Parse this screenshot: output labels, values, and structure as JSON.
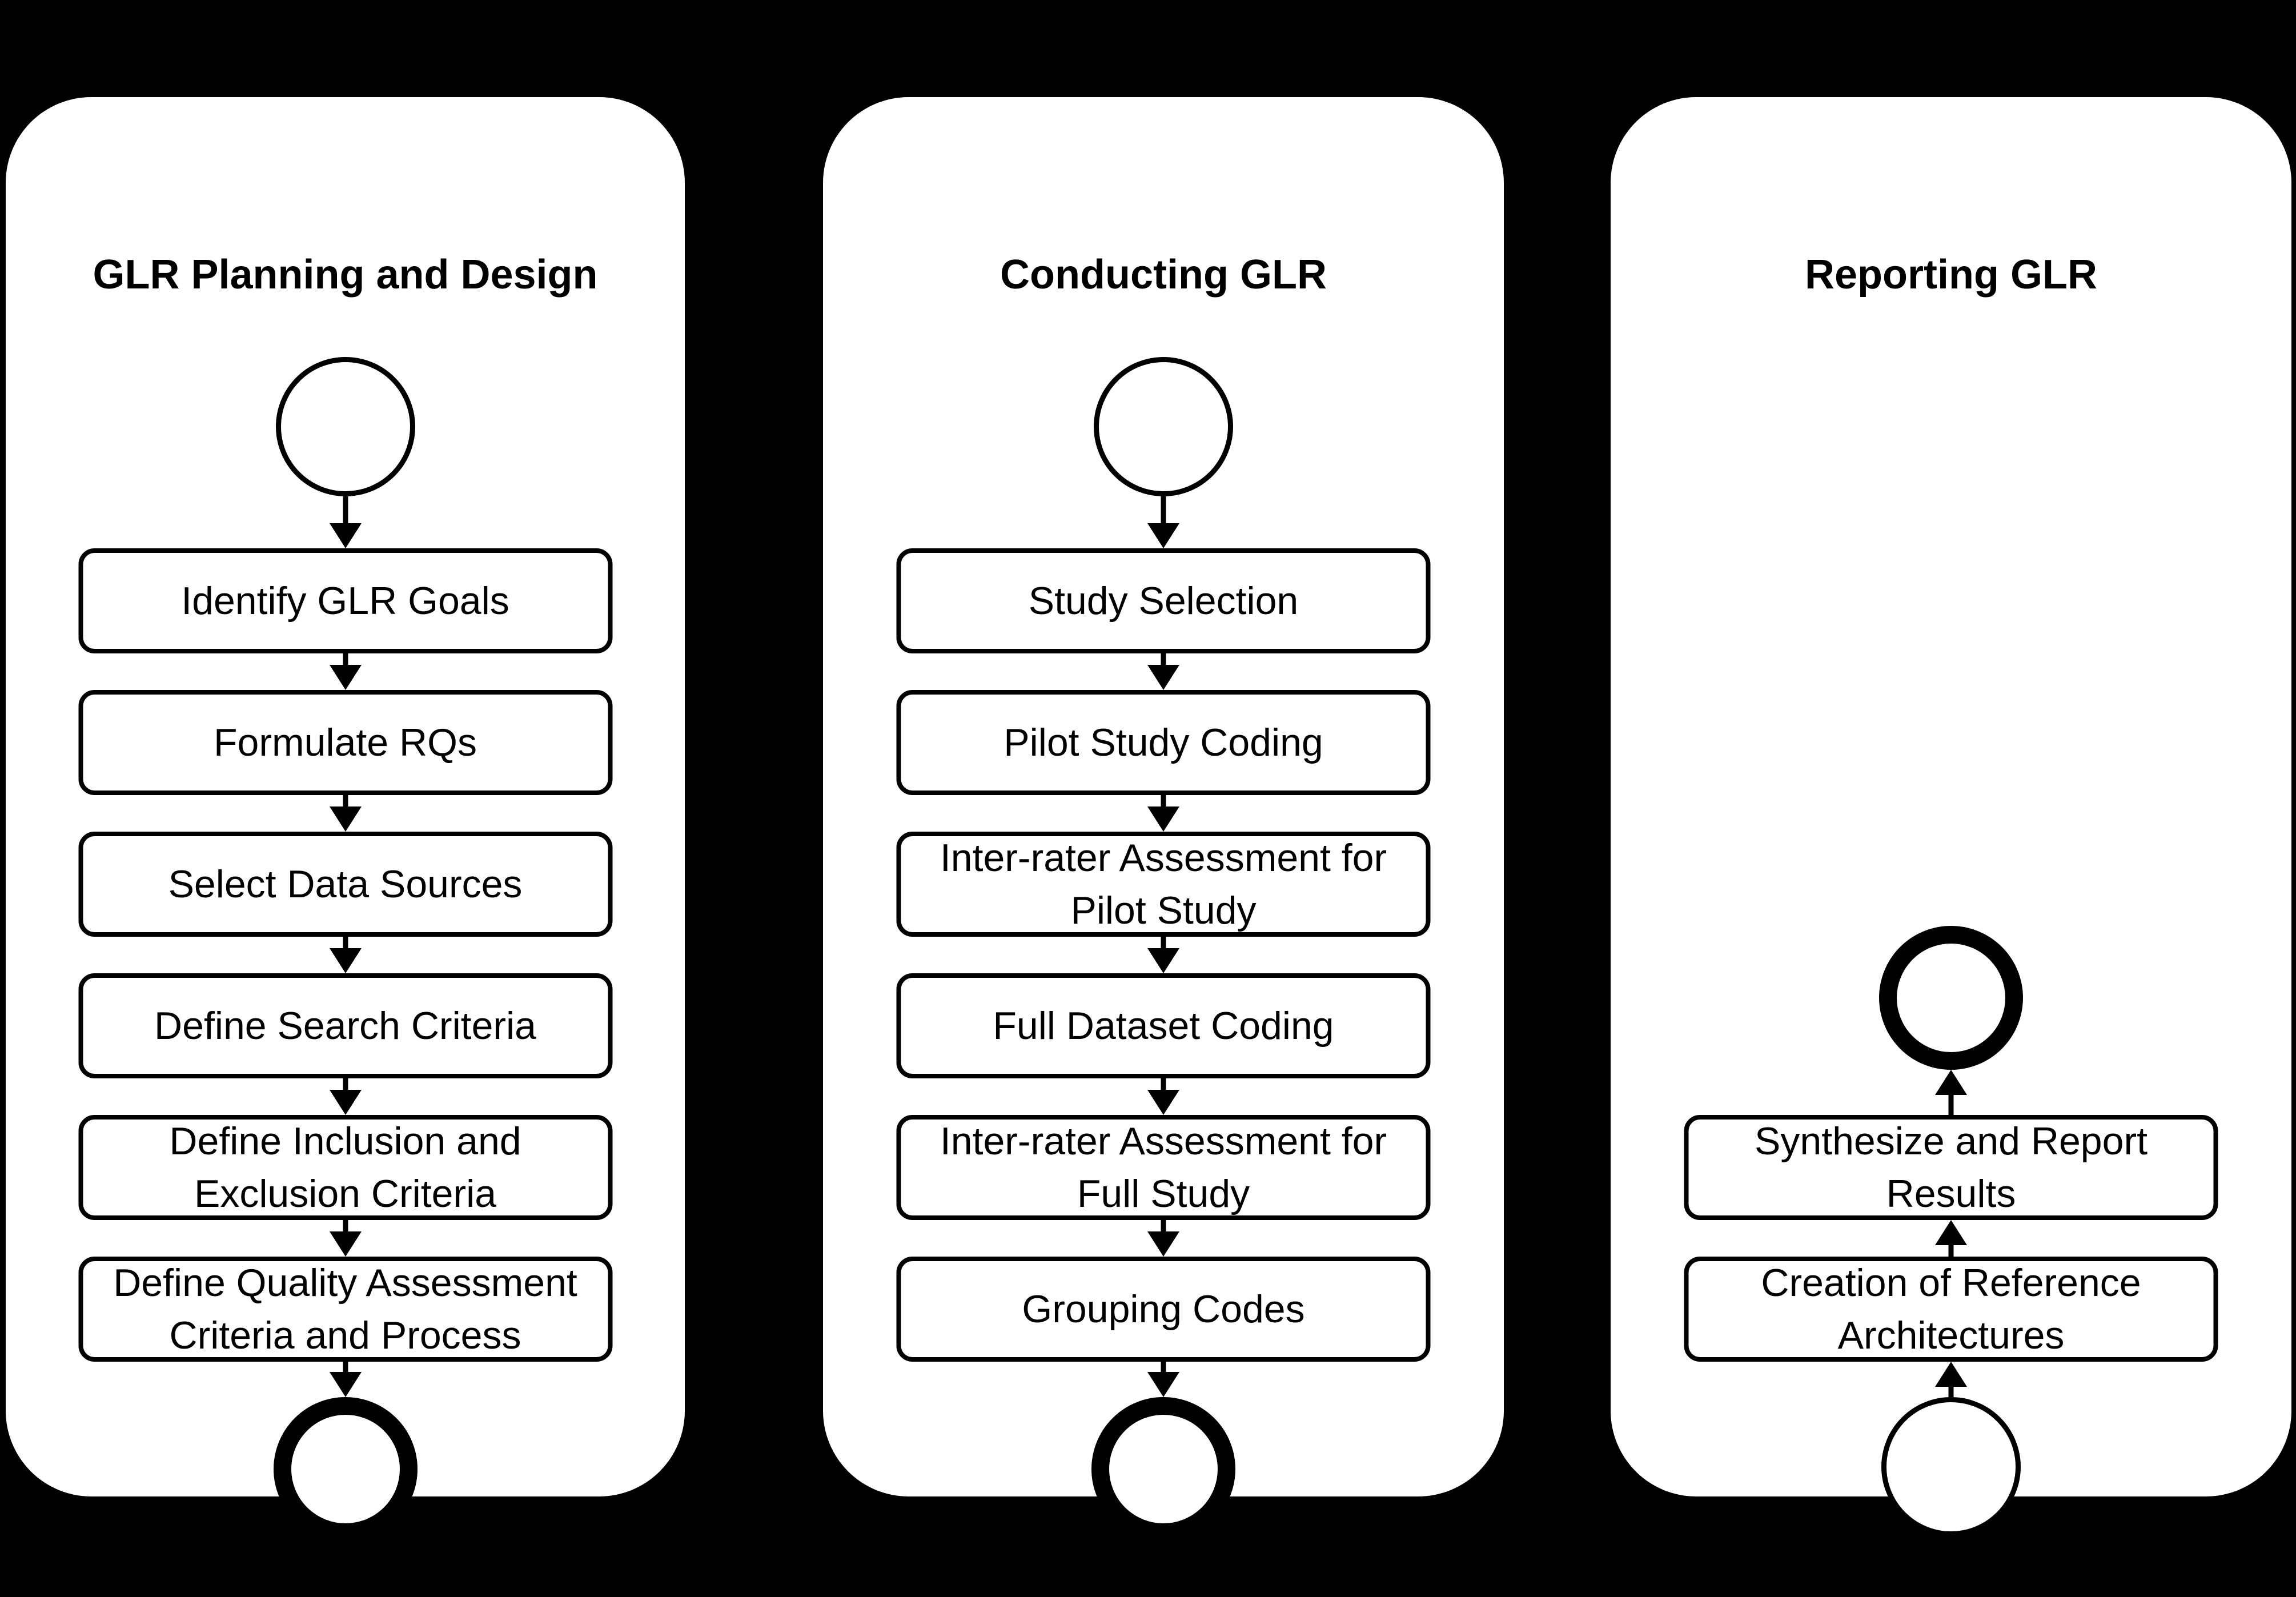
{
  "diagram": {
    "type": "activity-flowchart",
    "colors": {
      "background": "#000000",
      "panel_fill": "#ffffff",
      "stroke": "#000000"
    },
    "panels": [
      {
        "title": "GLR Planning and Design",
        "direction": "down",
        "start_node": "initial-node",
        "end_node": "final-node",
        "steps": [
          "Identify GLR Goals",
          "Formulate RQs",
          "Select Data Sources",
          "Define Search Criteria",
          "Define Inclusion and Exclusion Criteria",
          "Define Quality Assessment Criteria and Process"
        ]
      },
      {
        "title": "Conducting GLR",
        "direction": "down",
        "start_node": "initial-node",
        "end_node": "final-node",
        "steps": [
          "Study Selection",
          "Pilot Study Coding",
          "Inter-rater Assessment for Pilot Study",
          "Full Dataset Coding",
          "Inter-rater Assessment for Full Study",
          "Grouping Codes"
        ]
      },
      {
        "title": "Reporting GLR",
        "direction": "up",
        "start_node": "initial-node",
        "end_node": "final-node",
        "steps": [
          "Synthesize and Report Results",
          "Creation of Reference Architectures"
        ]
      }
    ]
  }
}
